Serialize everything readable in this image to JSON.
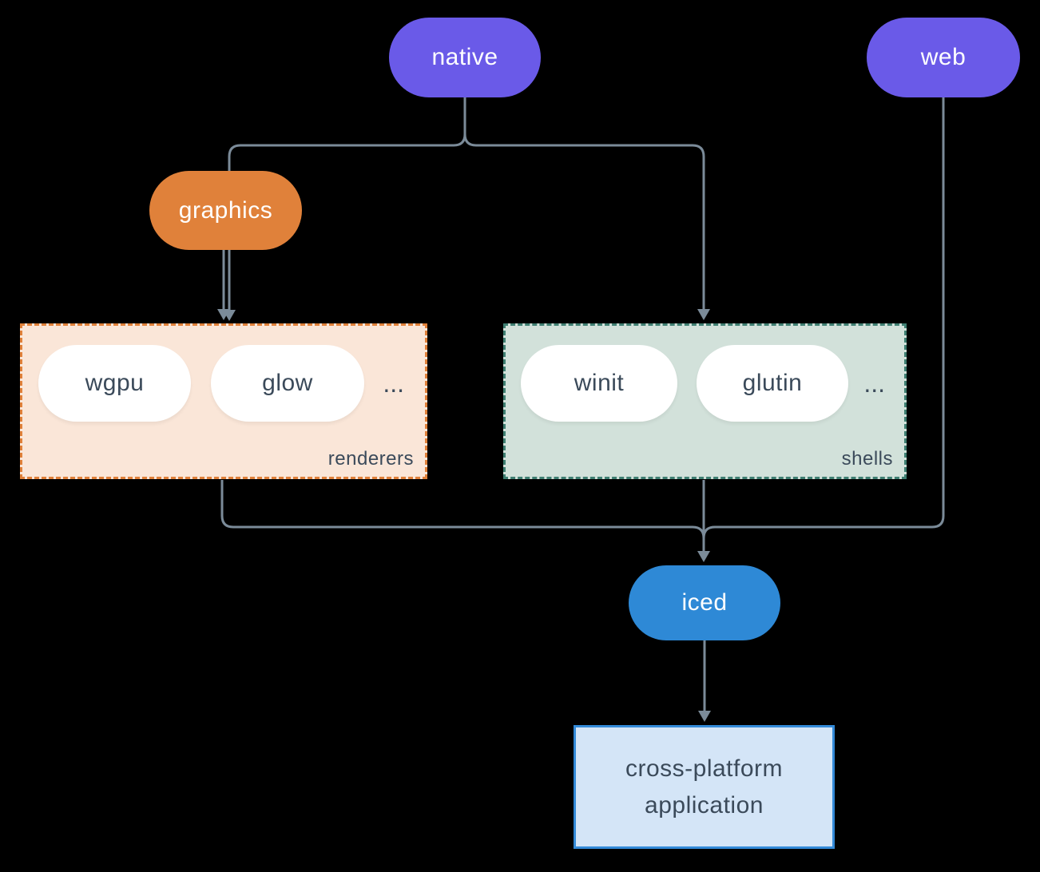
{
  "colors": {
    "bg": "#000000",
    "line": "#7b8b99",
    "purple": "#6a5ae8",
    "orange": "#e0813a",
    "blue": "#2e89d6",
    "white_pill": "#ffffff",
    "pill_text": "#ffffff",
    "dark_text": "#3b4a5a",
    "renderers_bg": "#fae6d8",
    "renderers_border": "#e0813a",
    "shells_bg": "#d2e1da",
    "shells_border": "#3f7f72",
    "app_bg": "#d4e5f7",
    "app_border": "#338ad8"
  },
  "nodes": {
    "native": {
      "label": "native"
    },
    "web": {
      "label": "web"
    },
    "graphics": {
      "label": "graphics"
    },
    "iced": {
      "label": "iced"
    },
    "application": {
      "label": "cross-platform application"
    }
  },
  "groups": {
    "renderers": {
      "label": "renderers",
      "ellipsis": "...",
      "items": [
        {
          "label": "wgpu"
        },
        {
          "label": "glow"
        }
      ]
    },
    "shells": {
      "label": "shells",
      "ellipsis": "...",
      "items": [
        {
          "label": "winit"
        },
        {
          "label": "glutin"
        }
      ]
    }
  }
}
